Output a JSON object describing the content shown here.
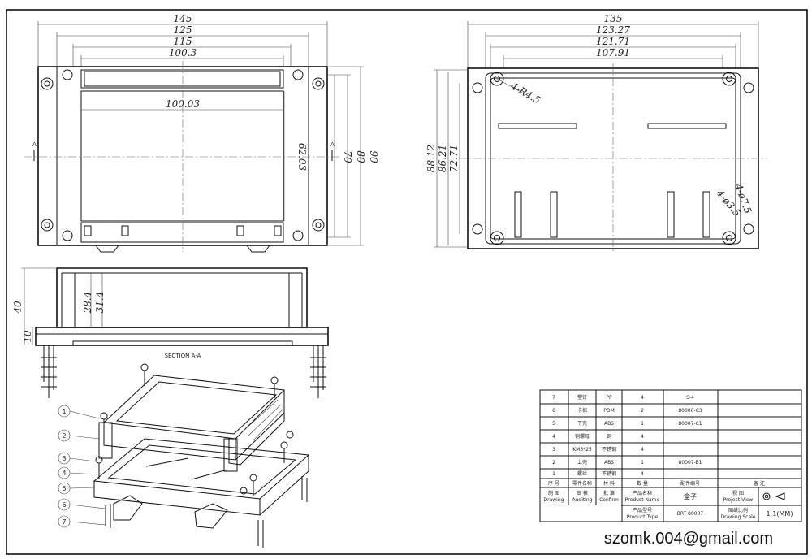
{
  "front_view": {
    "widths": [
      "145",
      "125",
      "115",
      "100.3"
    ],
    "inner_width": "100.03",
    "heights": [
      "62.03",
      "70",
      "80",
      "90"
    ],
    "section_marks": [
      "A",
      "A"
    ]
  },
  "top_view": {
    "widths": [
      "135",
      "123.27",
      "121.71",
      "107.91"
    ],
    "heights": [
      "88.12",
      "86.21",
      "72.71"
    ],
    "radius": "4-R4.5",
    "holes_a": "4-ø7.5",
    "holes_b": "4-ø3.5"
  },
  "section": {
    "title": "SECTION A-A",
    "heights": [
      "40",
      "28.4",
      "31.4",
      "10"
    ]
  },
  "callouts": [
    "1",
    "2",
    "3",
    "4",
    "5",
    "6",
    "7"
  ],
  "bom": {
    "rows": [
      [
        "7",
        "塑钉",
        "PP",
        "4",
        "S-4",
        ""
      ],
      [
        "6",
        "卡扣",
        "POM",
        "2",
        "80006-C3",
        ""
      ],
      [
        "5",
        "下壳",
        "ABS",
        "1",
        "80007-C1",
        ""
      ],
      [
        "4",
        "铜螺母",
        "铜",
        "4",
        "",
        ""
      ],
      [
        "3",
        "KM3*25",
        "不锈钢",
        "4",
        "",
        ""
      ],
      [
        "2",
        "上壳",
        "ABS",
        "1",
        "80007-B1",
        ""
      ],
      [
        "1",
        "螺丝",
        "不锈钢",
        "4",
        "",
        ""
      ]
    ],
    "header": [
      "序 号",
      "零件名称",
      "材 料",
      "数 量",
      "配件编号",
      "备 注"
    ],
    "title_row1": {
      "drawing_cn": "制 图",
      "drawing_en": "Drawing",
      "auditing_cn": "审 核",
      "auditing_en": "Auditing",
      "confirm_cn": "批 准",
      "confirm_en": "Confirm",
      "pname_cn": "产品名称",
      "pname_en": "Product Name",
      "pname_val": "盒子",
      "view_cn": "视 图",
      "view_en": "Project View"
    },
    "title_row2": {
      "ptype_cn": "产品型号",
      "ptype_en": "Product Type",
      "ptype_val": "BRT 80007",
      "scale_cn": "图纸比例",
      "scale_en": "Drawing Scale",
      "scale_val": "1:1(MM)"
    }
  },
  "email": "szomk.004@gmail.com"
}
